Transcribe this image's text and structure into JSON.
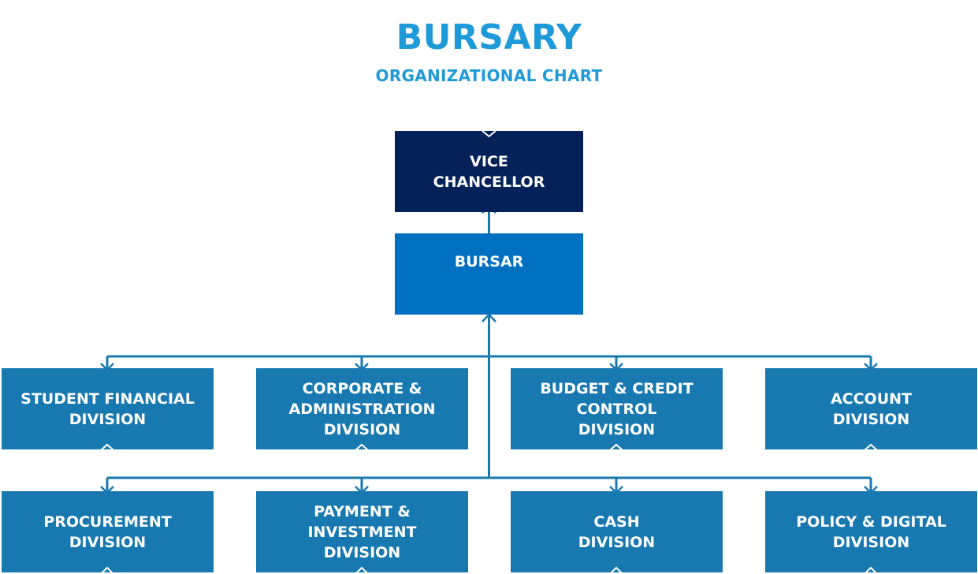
{
  "title": "BURSARY",
  "subtitle": "ORGANIZATIONAL CHART",
  "nodes": {
    "vice_chancellor": "VICE\nCHANCELLOR",
    "bursar": "BURSAR",
    "row1": [
      "STUDENT FINANCIAL\nDIVISION",
      "CORPORATE &\nADMINISTRATION\nDIVISION",
      "BUDGET & CREDIT\nCONTROL\nDIVISION",
      "ACCOUNT\nDIVISION"
    ],
    "row2": [
      "PROCUREMENT\nDIVISION",
      "PAYMENT &\nINVESTMENT\nDIVISION",
      "CASH\nDIVISION",
      "POLICY & DIGITAL\nDIVISION"
    ]
  },
  "colors": {
    "title": "#1f9ad8",
    "vice_chancellor": "#04215a",
    "bursar": "#0070c0",
    "division": "#1879b0",
    "connector": "#1879b0"
  }
}
